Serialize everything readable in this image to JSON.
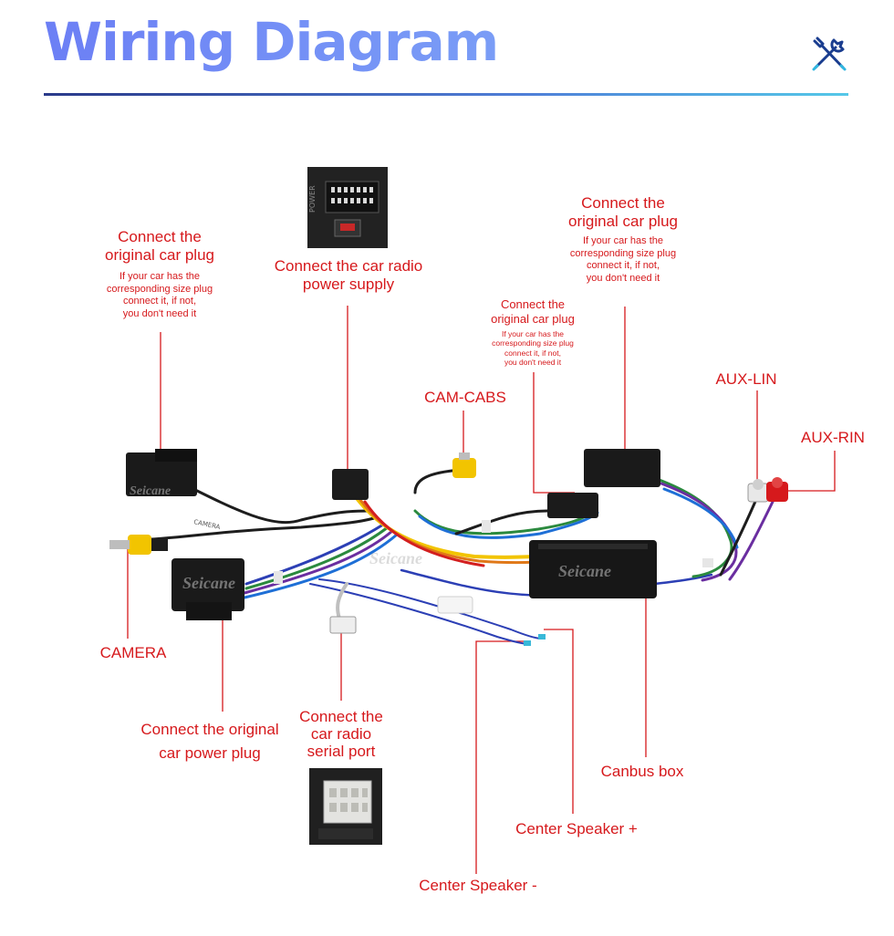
{
  "header": {
    "title": "Wiring Diagram",
    "icon": "tools-icon"
  },
  "colors": {
    "label": "#d6191c",
    "title": "#6f86f3",
    "leader": "#d6191c"
  },
  "labels": {
    "left_plug": {
      "title": "Connect the\noriginal car plug",
      "note": "If your car has the\ncorresponding size plug\nconnect it, if not,\nyou don't need it"
    },
    "radio_power": "Connect the car radio\npower supply",
    "right_plug": {
      "title": "Connect the\noriginal car plug",
      "note": "If your car has the\ncorresponding size plug\nconnect it, if not,\nyou don't need it"
    },
    "mid_plug": {
      "title": "Connect the\noriginal car plug",
      "note": "If your car has the\ncorresponding size plug\nconnect it, if not,\nyou don't need it"
    },
    "cam_cabs": "CAM-CABS",
    "aux_lin": "AUX-LIN",
    "aux_rin": "AUX-RIN",
    "camera": "CAMERA",
    "car_power_plug": "Connect the original\ncar power plug",
    "serial_port": "Connect the\ncar radio\nserial port",
    "canbus_box": "Canbus box",
    "center_speaker_plus": "Center Speaker +",
    "center_speaker_minus": "Center Speaker -"
  },
  "photo_text": {
    "power_side": "POWER",
    "cable_tag": "CAMERA",
    "watermark": "Seicane"
  }
}
